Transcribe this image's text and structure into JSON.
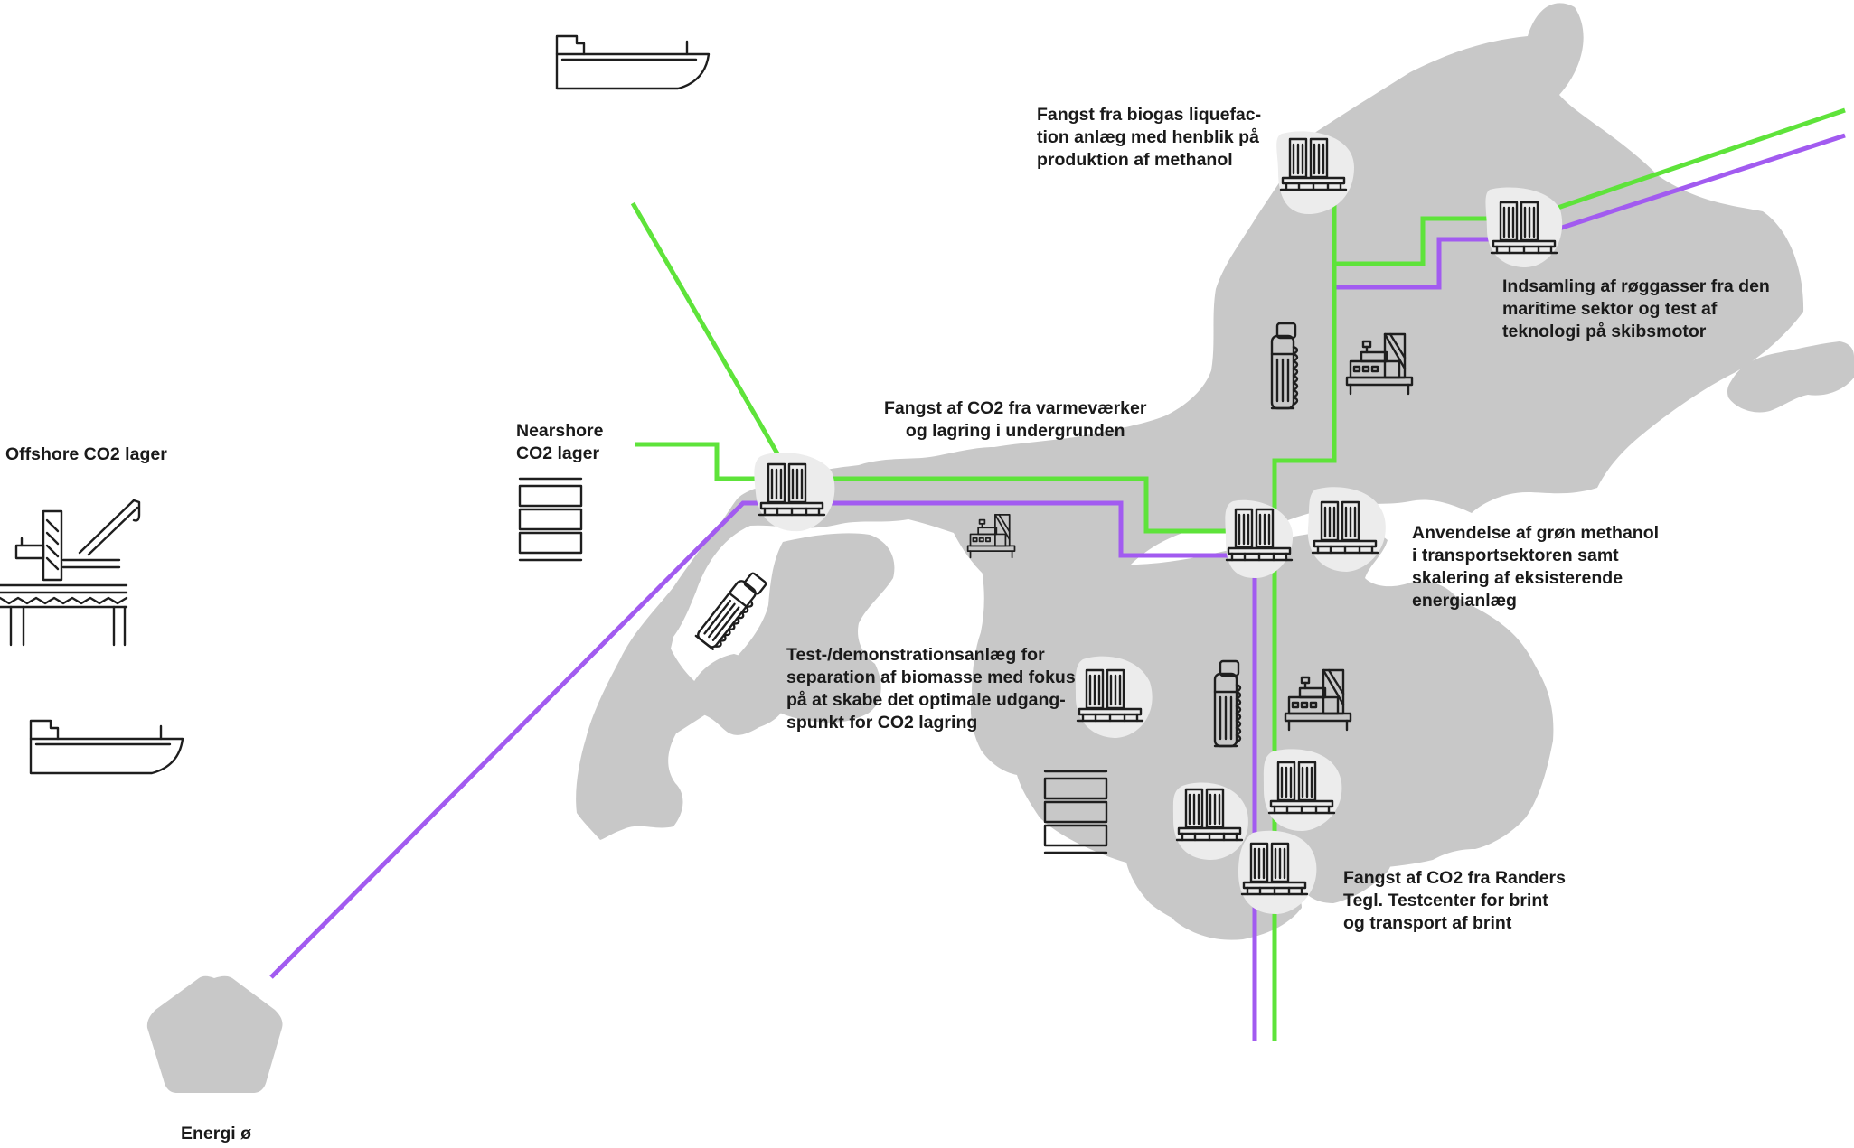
{
  "colors": {
    "land": "#c8c8c8",
    "green_line": "#5ee33a",
    "purple_line": "#a25bf0",
    "node_circle": "#ececec",
    "icon_stroke": "#1e1e1e",
    "text": "#1a1a1a"
  },
  "labels": {
    "offshore": [
      "Offshore CO2 lager"
    ],
    "nearshore": [
      "Nearshore",
      "CO2 lager"
    ],
    "energy_island": [
      "Energi ø"
    ],
    "biogas": [
      "Fangst fra biogas liquefac-",
      "tion anlæg med henblik på",
      "produktion af methanol"
    ],
    "maritime": [
      "Indsamling af røggasser fra den",
      "maritime sektor og test af",
      "teknologi på skibsmotor"
    ],
    "heating": [
      "Fangst af CO2 fra varmeværker",
      "og lagring i undergrunden"
    ],
    "methanol": [
      "Anvendelse af grøn methanol",
      "i transportsektoren samt",
      "skalering af eksisterende",
      "energianlæg"
    ],
    "biomass": [
      "Test-/demonstrationsanlæg for",
      "separation af biomasse med fokus",
      "på at skabe det optimale udgang-",
      "spunkt for CO2 lagring"
    ],
    "randers": [
      "Fangst af CO2 fra Randers",
      "Tegl. Testcenter for brint",
      "og transport af brint"
    ]
  },
  "icons": {
    "capture_node": "capture-plant-icon",
    "ship": "ship-icon",
    "offshore_platform": "offshore-platform-icon",
    "storage": "storage-tanks-icon",
    "factory": "factory-icon",
    "truck": "tanker-truck-icon",
    "energy_island": "energy-island-icon"
  }
}
